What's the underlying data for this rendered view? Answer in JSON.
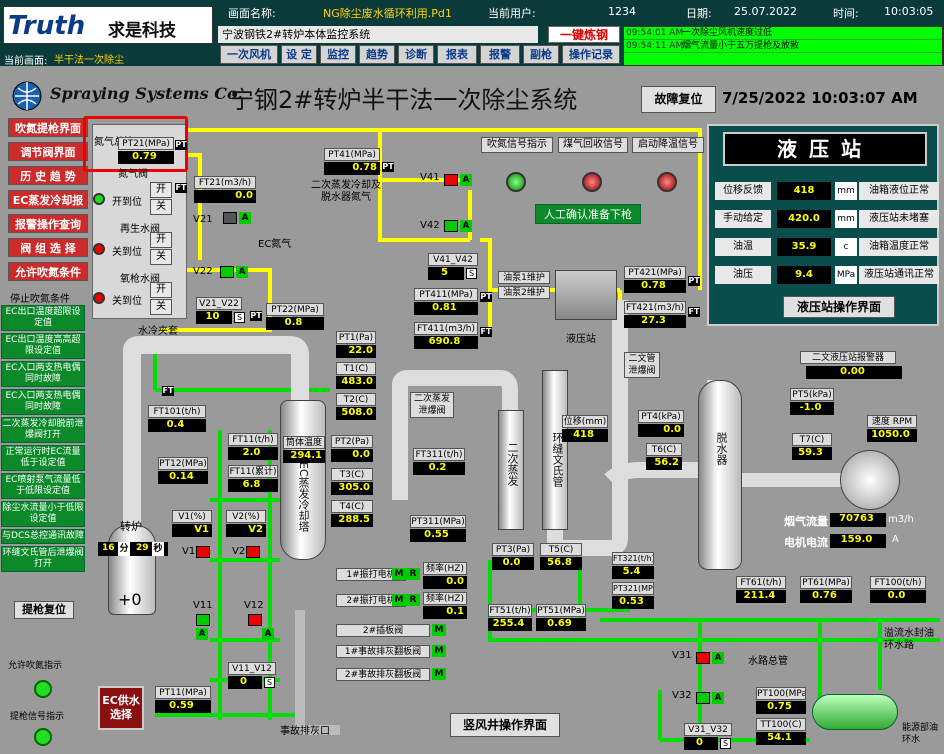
{
  "topbar": {
    "brand": "Truth",
    "brand_cn": "求是科技",
    "screen_name_label": "画面名称:",
    "screen_name": "NG除尘废水循环利用.Pd1",
    "user_label": "当前用户:",
    "user": "1234",
    "date_label": "日期:",
    "date": "25.07.2022",
    "time_label": "时间:",
    "time": "10:03:05",
    "current_page_label": "当前画面:",
    "current_page": "半干法一次除尘"
  },
  "header": {
    "title": "宁波钢铁2#转炉本体监控系统",
    "one_key": "一键炼钢",
    "nav": [
      "一次风机",
      "设 定",
      "监控",
      "趋势",
      "诊断",
      "报表",
      "报警",
      "副枪",
      "操作记录"
    ]
  },
  "alarms": [
    {
      "time": "09:54:01 AM",
      "text": "一次除尘风机速度过低"
    },
    {
      "time": "09:54:11 AM",
      "text": "烟气流量小于五万提枪及放散"
    }
  ],
  "page": {
    "company": "Spraying Systems Co.",
    "title": "宁钢2#转炉半干法一次除尘系统",
    "reset": "故障复位",
    "datetime": "7/25/2022 10:03:07 AM"
  },
  "leftnav": [
    "吹氮提枪界面",
    "调节阀界面",
    "历 史 趋 势",
    "EC蒸发冷却报",
    "报警操作查询",
    "阀 组 选 择",
    "允许吹氮条件"
  ],
  "stop_label": "停止吹氮条件",
  "conditions": [
    "EC出口温度超限设定值",
    "EC出口温度高高超限设定值",
    "EC入口两支热电偶同时故障",
    "EC入口两支热电偶同时故障",
    "二次蒸发冷却脱前泄爆阀打开",
    "正常运行时EC流量低于设定值",
    "EC喷射泵气流量低于低限设定值",
    "除尘水流量小于低限设定值",
    "与DCS总控通讯故障",
    "环缝文氏管后泄爆阀打开"
  ],
  "left_bottom": {
    "reset": "提枪复位",
    "allow": "允许吹氮指示",
    "lift": "提枪信号指示",
    "ec_btn": "EC供水选择"
  },
  "valves": {
    "nitro_main": "氮气总管",
    "pt21_label": "PT21(MPa)",
    "pt21": "0.79",
    "pt": "PT",
    "vn": "氮气阀",
    "open_pos": "开到位",
    "close_pos": "关到位",
    "kai": "开",
    "guan": "关",
    "regen": "再生水阀",
    "oxy": "氧枪水阀",
    "ft21_label": "FT21(m3/h)",
    "ft21": "0.0",
    "ft": "FT",
    "v21": "V21",
    "v22": "V22",
    "a": "A",
    "s": "S",
    "v21_v22": "V21_V22",
    "v21v22_val": "10",
    "ec_n2": "EC氮气",
    "pt22_label": "PT22(MPa)",
    "pt22": "0.8",
    "water_sleeve": "水冷夹套"
  },
  "stage2": {
    "pt41_label": "PT41(MPa)",
    "pt41": "0.78",
    "cool_label": "二次蒸发冷却及脱水器氮气",
    "v41": "V41",
    "v42": "V42",
    "v41_v42": "V41_V42",
    "v41v42_val": "5",
    "pt411_label": "PT411(MPa)",
    "pt411": "0.81",
    "ft411_label": "FT411(m3/h)",
    "ft411": "690.8",
    "sig1": "吹氮信号指示",
    "sig2": "煤气回收信号",
    "sig3": "启动降温信号",
    "manual": "人工确认准备下枪",
    "pump1": "油泵1维护",
    "pump2": "油泵2维护",
    "hs_name": "液压站",
    "pt421_label": "PT421(MPa)",
    "pt421": "0.78",
    "ft421_label": "FT421(m3/h)",
    "ft421": "27.3"
  },
  "hydro": {
    "title": "液压站",
    "rows": [
      {
        "label": "位移反馈",
        "value": "418",
        "unit": "mm",
        "status": "油箱液位正常"
      },
      {
        "label": "手动给定",
        "value": "420.0",
        "unit": "mm",
        "status": "液压站未堵塞"
      },
      {
        "label": "油温",
        "value": "35.9",
        "unit": "c",
        "status": "油箱温度正常"
      },
      {
        "label": "油压",
        "value": "9.4",
        "unit": "MPa",
        "status": "液压站通讯正常"
      }
    ],
    "op_btn": "液压站操作界面"
  },
  "process": {
    "pt1_label": "PT1(Pa)",
    "pt1": "22.0",
    "t1_label": "T1(C)",
    "t1": "483.0",
    "t2_label": "T2(C)",
    "t2": "508.0",
    "ft101_label": "FT101(t/h)",
    "ft101": "0.4",
    "ft11_label": "FT11(t/h)",
    "ft11": "2.0",
    "ft11s_label": "FT11(累计)",
    "ft11s": "6.8",
    "ec_temp_label": "筒体温度",
    "ec_temp": "294.1",
    "pt2_label": "PT2(Pa)",
    "pt2": "0.0",
    "t3_label": "T3(C)",
    "t3": "305.0",
    "t4_label": "T4(C)",
    "t4": "288.5",
    "pt12_label": "PT12(MPa)",
    "pt12": "0.14",
    "v1_label": "V1(%)",
    "v1": "V1",
    "v2_label": "V2(%)",
    "v2": "V2",
    "converter": "转炉",
    "conv_a": "16",
    "conv_unit_a": "分",
    "conv_b": "29",
    "conv_unit_b": "秒",
    "conv_val": "+0",
    "ec_tower": "EC蒸发冷却塔",
    "v11": "V11",
    "v12": "V12",
    "v11_v12": "V11_V12",
    "v11v12_val": "0",
    "pt11_label": "PT11(MPa)",
    "pt11": "0.59",
    "drain": "事故排灰口",
    "m1": "1#振打电机",
    "m2": "2#振打电机",
    "m": "M",
    "r": "R",
    "freq1_label": "频率(HZ)",
    "freq1": "0.0",
    "freq2_label": "频率(HZ)",
    "freq2": "0.1",
    "ins": "2#插板阀",
    "ad1": "1#事故排灰翻板阀",
    "ad2": "2#事故排灰翻板阀",
    "evap2": "二次蒸发泄爆阀",
    "ft311_label": "FT311(t/h)",
    "ft311": "0.2",
    "pt311_label": "PT311(MPa)",
    "pt311": "0.55",
    "evap_tower": "二次蒸发",
    "ring": "环缝文氏管",
    "disp_label": "位移(mm)",
    "disp": "418",
    "pt3_label": "PT3(Pa)",
    "pt3": "0.0",
    "t5_label": "T5(C)",
    "t5": "56.8",
    "ft51_label": "FT51(t/h)",
    "ft51": "255.4",
    "pt51_label": "PT51(MPa)",
    "pt51": "0.69",
    "ft321_label": "FT321(t/h)",
    "ft321": "5.4",
    "pt321_label": "PT321(MPa)",
    "pt321": "0.53",
    "pt4_label": "PT4(kPa)",
    "pt4": "0.0",
    "t6_label": "T6(C)",
    "t6": "56.2",
    "rel2": "二文管泄爆阀",
    "dehydrator": "脱水器",
    "alarm2": "二文液压站报警器",
    "alarm2_val": "0.00",
    "pt5_label": "PT5(kPa)",
    "pt5": "-1.0",
    "t7_label": "T7(C)",
    "t7": "59.3",
    "speed_label": "速度 RPM",
    "speed": "1050.0",
    "gas_label": "烟气流量",
    "gas": "70763",
    "gas_unit": "m3/h",
    "current_label": "电机电流",
    "current": "159.0",
    "current_unit": "A",
    "ft61_label": "FT61(t/h)",
    "ft61": "211.4",
    "pt61_label": "PT61(MPa)",
    "pt61": "0.76",
    "ft100_label": "FT100(t/h)",
    "ft100": "0.0",
    "v31": "V31",
    "v32": "V32",
    "v31_v32": "V31_V32",
    "v31v32_val": "0",
    "main_water": "水路总管",
    "pt100_label": "PT100(MPa)",
    "pt100": "0.75",
    "tt100_label": "TT100(C)",
    "tt100": "54.1",
    "overflow": "溢流水封油环水路",
    "source": "能源部油环水",
    "shaft": "竖风井操作界面"
  }
}
